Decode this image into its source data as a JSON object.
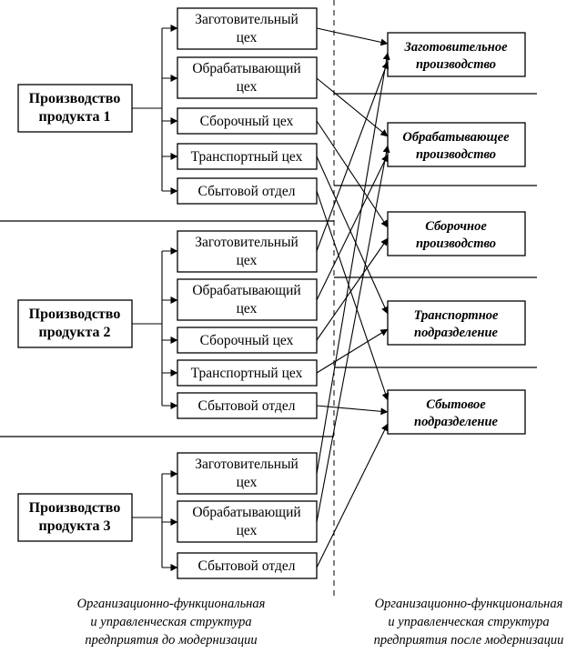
{
  "products": [
    {
      "line1": "Производство",
      "line2": "продукта 1"
    },
    {
      "line1": "Производство",
      "line2": "продукта 2"
    },
    {
      "line1": "Производство",
      "line2": "продукта 3"
    }
  ],
  "shops": {
    "zagot": {
      "line1": "Заготовительный",
      "line2": "цех"
    },
    "obrab": {
      "line1": "Обрабатывающий",
      "line2": "цех"
    },
    "sbor": "Сборочный цех",
    "trans": "Транспортный цех",
    "sbyt": "Сбытовой отдел"
  },
  "new_units": [
    {
      "line1": "Заготовительное",
      "line2": "производство"
    },
    {
      "line1": "Обрабатывающее",
      "line2": "производство"
    },
    {
      "line1": "Сборочное",
      "line2": "производство"
    },
    {
      "line1": "Транспортное",
      "line2": "подразделение"
    },
    {
      "line1": "Сбытовое",
      "line2": "подразделение"
    }
  ],
  "captions": {
    "before": [
      "Организационно-функциональная",
      "и управленческая структура",
      "предприятия до модернизации"
    ],
    "after": [
      "Организационно-функциональная",
      "и управленческая структура",
      "предприятия после модернизации"
    ]
  }
}
